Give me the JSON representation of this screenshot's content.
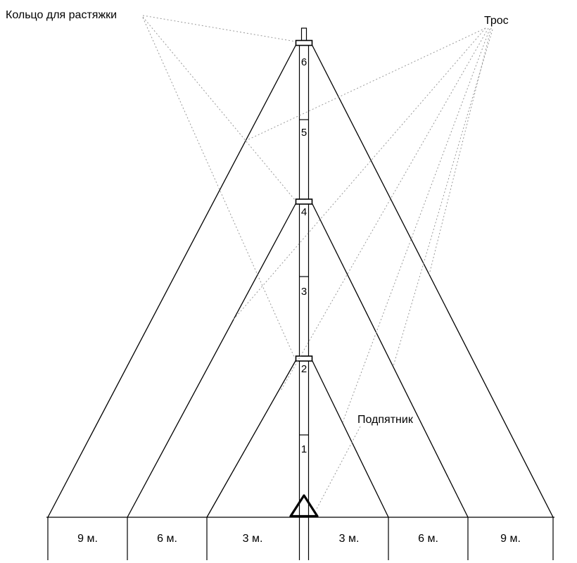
{
  "diagram": {
    "labels": {
      "guy_ring": "Кольцо для растяжки",
      "cable": "Трос",
      "base_support": "Подпятник"
    },
    "mast_sections": [
      "6",
      "5",
      "4",
      "3",
      "2",
      "1"
    ],
    "ground_distances": [
      "9 м.",
      "6 м.",
      "3 м.",
      "3 м.",
      "6 м.",
      "9 м."
    ],
    "colors": {
      "line": "#000000",
      "leader": "#999999",
      "background": "#ffffff"
    }
  }
}
